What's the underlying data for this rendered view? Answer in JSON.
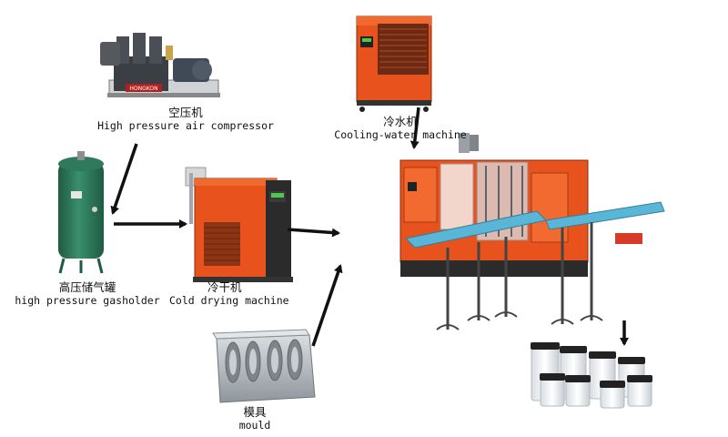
{
  "labels": {
    "compressor": {
      "zh": "空压机",
      "en": "High pressure air compressor"
    },
    "chiller": {
      "zh": "冷水机",
      "en": "Cooling-water machine"
    },
    "gasholder": {
      "zh": "高压储气罐",
      "en": "high pressure gasholder"
    },
    "dryer": {
      "zh": "冷干机",
      "en": "Cold drying machine"
    },
    "mould": {
      "zh": "模具",
      "en": "mould"
    }
  },
  "compressor_brand": "HONGKON",
  "colors": {
    "machine_orange": "#e8521c",
    "machine_dark": "#2b2b2b",
    "tank_green": "#2f7a5c",
    "steel": "#a9b0b6",
    "conveyor_blue": "#5ab6d6",
    "jar_lid": "#222222",
    "arrow": "#111111"
  },
  "icons": [
    "arrow-icon"
  ]
}
